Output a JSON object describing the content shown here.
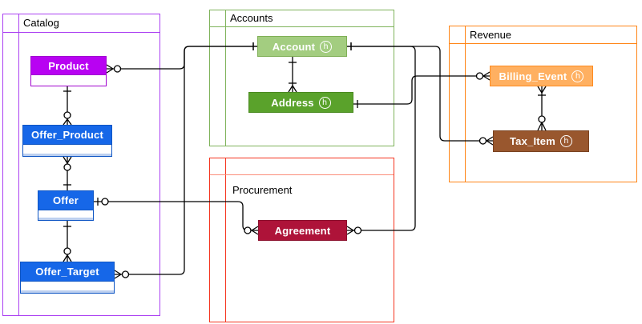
{
  "diagram": {
    "kind": "entity-relationship-diagram",
    "notation": "crows-foot",
    "hub_badge_glyph": "h",
    "line_color": "#000000",
    "background": "#ffffff",
    "groups": [
      {
        "id": "catalog",
        "label": "Catalog",
        "border_color": "#AB40F2",
        "label_position": "header"
      },
      {
        "id": "accounts",
        "label": "Accounts",
        "border_color": "#7FB35B",
        "label_position": "header"
      },
      {
        "id": "revenue",
        "label": "Revenue",
        "border_color": "#FF8516",
        "label_position": "header"
      },
      {
        "id": "procurement",
        "label": "Procurement",
        "border_color": "#F5351F",
        "header_line_color": "#FB8D7A",
        "label_position": "body"
      }
    ],
    "entities": [
      {
        "id": "product",
        "label": "Product",
        "group": "Catalog",
        "hub": false,
        "fill": "#B802F2",
        "border": "#A104CF",
        "has_attributes_row": true
      },
      {
        "id": "offer_product",
        "label": "Offer_Product",
        "group": "Catalog",
        "hub": false,
        "fill": "#1667E8",
        "border": "#0F56C4",
        "has_attributes_row": true
      },
      {
        "id": "offer",
        "label": "Offer",
        "group": "Catalog",
        "hub": false,
        "fill": "#1667E8",
        "border": "#0F56C4",
        "has_attributes_row": true
      },
      {
        "id": "offer_target",
        "label": "Offer_Target",
        "group": "Catalog",
        "hub": false,
        "fill": "#1667E8",
        "border": "#0F56C4",
        "has_attributes_row": true
      },
      {
        "id": "account",
        "label": "Account",
        "group": "Accounts",
        "hub": true,
        "fill": "#A3CD80",
        "border": "#7FAF56",
        "has_attributes_row": false
      },
      {
        "id": "address",
        "label": "Address",
        "group": "Accounts",
        "hub": true,
        "fill": "#5AA22B",
        "border": "#4A8A20",
        "has_attributes_row": false
      },
      {
        "id": "billing_event",
        "label": "Billing_Event",
        "group": "Revenue",
        "hub": true,
        "fill": "#FFB061",
        "border": "#FF8A1E",
        "has_attributes_row": false
      },
      {
        "id": "tax_item",
        "label": "Tax_Item",
        "group": "Revenue",
        "hub": true,
        "fill": "#99572E",
        "border": "#7A4220",
        "has_attributes_row": false
      },
      {
        "id": "agreement",
        "label": "Agreement",
        "group": "Procurement",
        "hub": false,
        "fill": "#AE1339",
        "border": "#8C0F2D",
        "has_attributes_row": false
      }
    ],
    "relationships": [
      {
        "id": "rel-account-product",
        "one_side": "Account",
        "many_side": "Product",
        "one_end": "one",
        "many_end": "zero-or-many"
      },
      {
        "id": "rel-product-offer-product",
        "one_side": "Product",
        "many_side": "Offer_Product",
        "one_end": "one",
        "many_end": "zero-or-many"
      },
      {
        "id": "rel-offer-offer-product",
        "one_side": "Offer",
        "many_side": "Offer_Product",
        "one_end": "one",
        "many_end": "zero-or-many"
      },
      {
        "id": "rel-offer-offer-target",
        "one_side": "Offer",
        "many_side": "Offer_Target",
        "one_end": "one",
        "many_end": "zero-or-many"
      },
      {
        "id": "rel-offer-agreement",
        "one_side": "Offer",
        "many_side": "Agreement",
        "one_end": "zero-or-one",
        "many_end": "zero-or-many"
      },
      {
        "id": "rel-account-offer-target",
        "one_side": "Account",
        "many_side": "Offer_Target",
        "one_end": "one",
        "many_end": "zero-or-many"
      },
      {
        "id": "rel-account-address",
        "one_side": "Account",
        "many_side": "Address",
        "one_end": "one",
        "many_end": "one-or-many"
      },
      {
        "id": "rel-account-agreement",
        "one_side": "Account",
        "many_side": "Agreement",
        "one_end": "one",
        "many_end": "zero-or-many"
      },
      {
        "id": "rel-account-tax-item",
        "one_side": "Account",
        "many_side": "Tax_Item",
        "one_end": "one",
        "many_end": "zero-or-many"
      },
      {
        "id": "rel-address-billing-event",
        "one_side": "Address",
        "many_side": "Billing_Event",
        "one_end": "one",
        "many_end": "zero-or-many"
      },
      {
        "id": "rel-billing-event-tax-item",
        "one_side": "Billing_Event",
        "many_side": "Tax_Item",
        "one_end": "one-or-many",
        "many_end": "zero-or-many"
      }
    ]
  }
}
